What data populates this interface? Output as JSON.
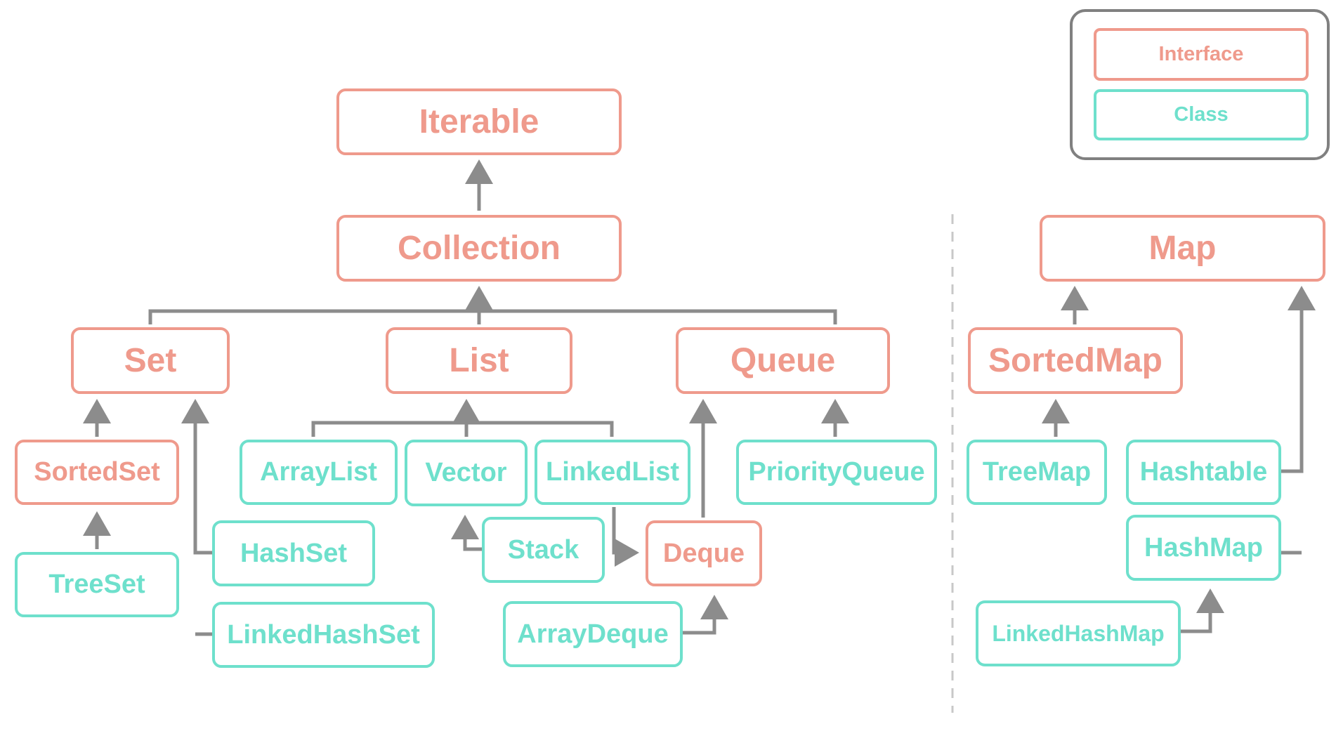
{
  "legend": {
    "interface_label": "Interface",
    "class_label": "Class"
  },
  "nodes": {
    "iterable": "Iterable",
    "collection": "Collection",
    "set": "Set",
    "list": "List",
    "queue": "Queue",
    "sortedset": "SortedSet",
    "treeset": "TreeSet",
    "hashset": "HashSet",
    "linkedhashset": "LinkedHashSet",
    "arraylist": "ArrayList",
    "vector": "Vector",
    "linkedlist": "LinkedList",
    "stack": "Stack",
    "deque": "Deque",
    "arraydeque": "ArrayDeque",
    "priorityqueue": "PriorityQueue",
    "map": "Map",
    "sortedmap": "SortedMap",
    "treemap": "TreeMap",
    "hashtable": "Hashtable",
    "hashmap": "HashMap",
    "linkedhashmap": "LinkedHashMap"
  },
  "colors": {
    "interface": "#ef9a8c",
    "class": "#6ee0cc",
    "connector": "#8c8c8c",
    "legend_border": "#808080",
    "divider": "#c8c8c8"
  }
}
